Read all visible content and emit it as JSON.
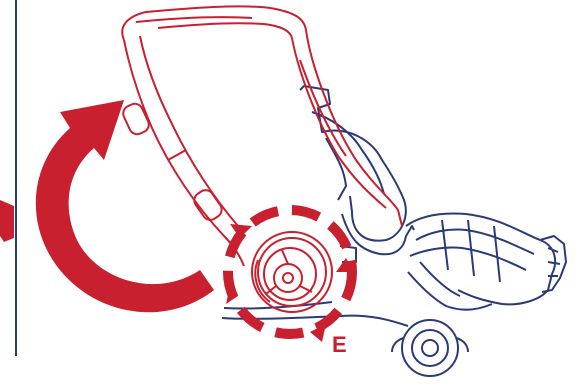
{
  "diagram": {
    "callout_label": "E",
    "colors": {
      "helmet_outline": "#c8202e",
      "headgear_outline": "#2a3a7a",
      "arrow_fill": "#c8202e",
      "divider": "#2a3a7a",
      "background": "#ffffff"
    },
    "icons": {
      "rotation_arrow": "curved-arrow-up",
      "adjust_ring": "dashed-rotation-ring",
      "side_arrow": "partial-arrow-left-edge"
    }
  }
}
